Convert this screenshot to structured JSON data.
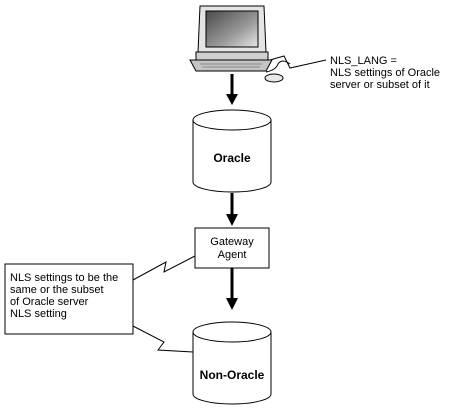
{
  "annotations": {
    "nls_lang": {
      "lines": [
        "NLS_LANG =",
        "NLS settings of Oracle",
        "server or subset of it"
      ]
    },
    "nls_settings": {
      "lines": [
        "NLS settings to be the",
        "same or the subset",
        "of Oracle server",
        "NLS setting"
      ]
    }
  },
  "nodes": {
    "oracle": {
      "label": "Oracle"
    },
    "gateway": {
      "lines": [
        "Gateway",
        "Agent"
      ]
    },
    "non_oracle": {
      "label": "Non-Oracle"
    }
  },
  "colors": {
    "line": "#000000",
    "fill": "#ffffff",
    "monitor_screen": "#7a7a7a",
    "monitor_body": "#dcdcdc",
    "keyboard": "#c8c8c8"
  }
}
